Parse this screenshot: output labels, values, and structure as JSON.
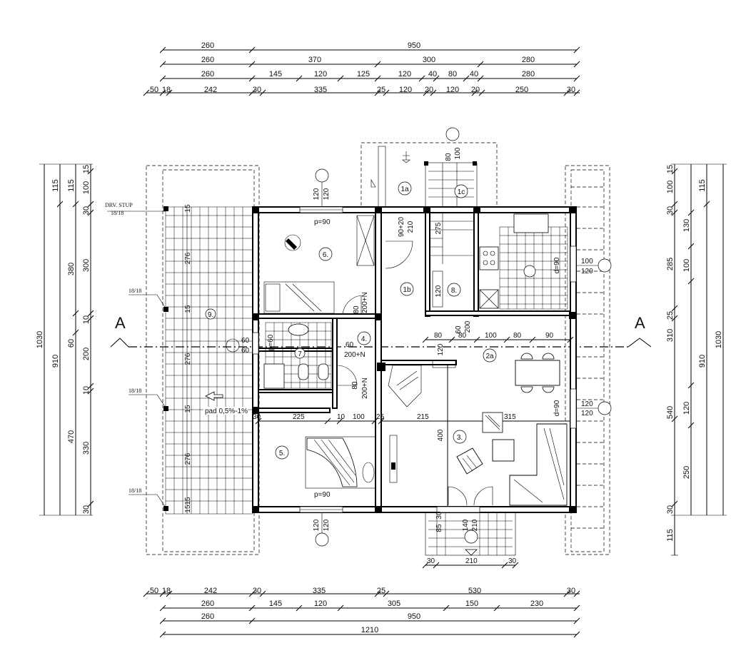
{
  "top_dimensions": {
    "row1": [
      "260",
      "950"
    ],
    "row2": [
      "260",
      "370",
      "300",
      "280"
    ],
    "row3": [
      "260",
      "145",
      "120",
      "125",
      "120",
      "40",
      "80",
      "40",
      "280"
    ],
    "row4": [
      "50",
      "18",
      "242",
      "30",
      "335",
      "25",
      "120",
      "20",
      "120",
      "20",
      "250",
      "30"
    ]
  },
  "bottom_dimensions": {
    "row1": [
      "50",
      "18",
      "242",
      "30",
      "335",
      "25",
      "530",
      "30"
    ],
    "row2": [
      "260",
      "145",
      "120",
      "305",
      "150",
      "230"
    ],
    "row3": [
      "260",
      "950"
    ],
    "row4": [
      "1210"
    ]
  },
  "left_dimensions": {
    "outer": [
      "1030"
    ],
    "second": [
      "115",
      "910"
    ],
    "third": [
      "115",
      "380",
      "60",
      "470"
    ],
    "fourth": [
      "15",
      "100",
      "30",
      "300",
      "10",
      "200",
      "10",
      "330",
      "30"
    ]
  },
  "right_dimensions": {
    "outer": [
      "1030"
    ],
    "second": [
      "115",
      "910"
    ],
    "third": [
      "15",
      "100",
      "30",
      "285",
      "25",
      "310",
      "540",
      "30",
      "115"
    ],
    "fourth": [
      "130",
      "100",
      "120",
      "250"
    ]
  },
  "rooms": {
    "r1a": "1a",
    "r1b": "1b",
    "r1c": "1c",
    "r2a": "2a",
    "r3": "3.",
    "r4": "4.",
    "r5": "5.",
    "r6": "6.",
    "r7": "7",
    "r8": "8.",
    "r9": "9."
  },
  "section_marks": {
    "left": "A",
    "right": "A"
  },
  "annotations": {
    "drv_stup": "DRV. STUP",
    "drv_stup_size": "18/18",
    "post_1": "18/18",
    "post_2": "18/18",
    "post_3": "18/18",
    "slope": "pad 0,5%-1%",
    "p90_top": "p=90",
    "p90_bottom": "p=90",
    "p60": "p=60",
    "door_200N_1": "200+N",
    "door_200N_2": "200+N",
    "door_200N_3": "200+N",
    "door_9020": "90+20",
    "door_210": "210",
    "d90_1": "d=90",
    "d90_2": "d=90"
  },
  "inner_labels": {
    "w120a": "120",
    "w120b": "120",
    "w120c": "120",
    "w120d": "120",
    "w80_100a": "80",
    "w80_100b": "100",
    "win100": "100",
    "win120": "120",
    "win120b": "120",
    "win120c": "120",
    "d80a": "80",
    "d80b": "80",
    "d60": "60",
    "d60b": "60",
    "d60c": "60",
    "row_80": "80",
    "row_80b": "80",
    "row_100": "100",
    "row_80c": "80",
    "row_90": "90",
    "row_60": "60",
    "row_200": "200",
    "row_120": "120",
    "i225": "225",
    "i10": "10",
    "i100": "100",
    "i25": "25",
    "i215": "215",
    "i315": "315",
    "i30": "30",
    "i400": "400",
    "i275": "275",
    "i120s": "120",
    "p276a": "276",
    "p276b": "276",
    "p276c": "276",
    "p15a": "15",
    "p15b": "15",
    "p15c": "15",
    "p15d": "15",
    "p15e": "15",
    "e30a": "30",
    "e30b": "30",
    "e210": "210",
    "e140": "140",
    "e85": "85",
    "e210b": "210",
    "e30c": "30"
  }
}
